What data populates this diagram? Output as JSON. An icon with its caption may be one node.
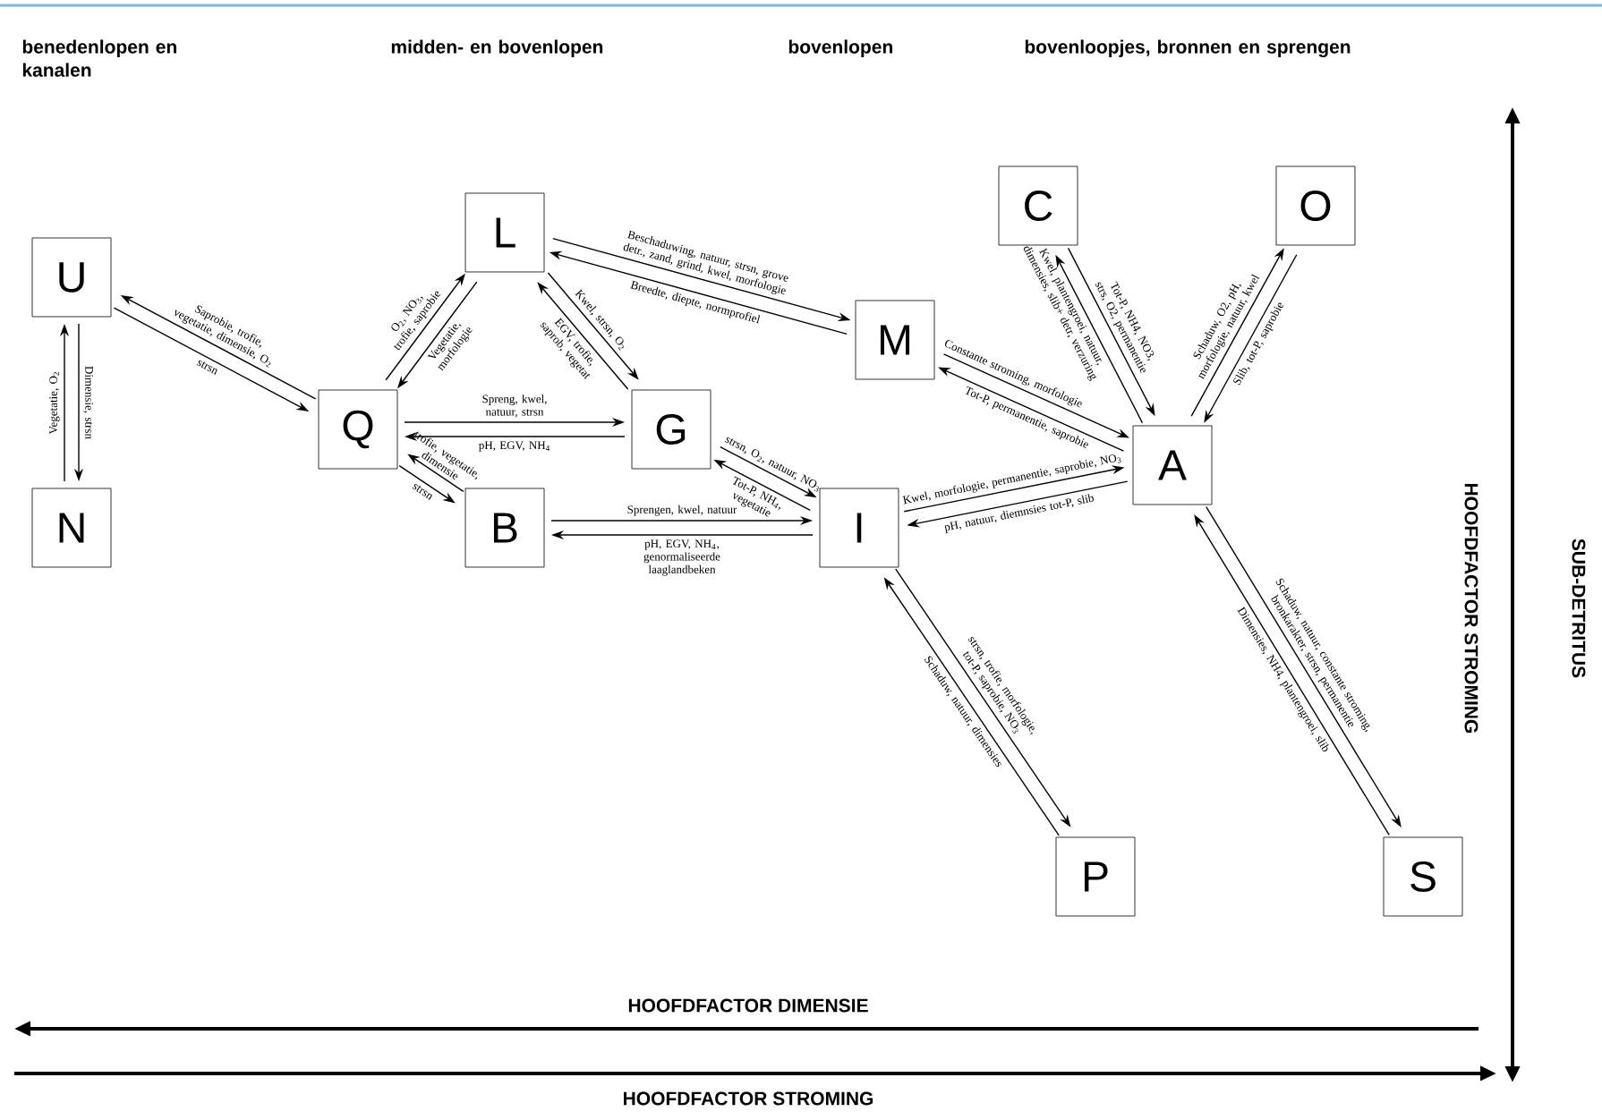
{
  "diagram": {
    "nodes": [
      {
        "text": [
          "U"
        ]
      },
      {
        "text": [
          "N"
        ]
      },
      {
        "text": [
          "L"
        ]
      },
      {
        "text": [
          "Q"
        ]
      },
      {
        "text": [
          "G"
        ]
      },
      {
        "text": [
          "B"
        ]
      },
      {
        "text": [
          "M"
        ]
      },
      {
        "text": [
          "I"
        ]
      },
      {
        "text": [
          "C"
        ]
      },
      {
        "text": [
          "O"
        ]
      },
      {
        "text": [
          "A"
        ]
      },
      {
        "text": [
          "P"
        ]
      },
      {
        "text": [
          "S"
        ]
      }
    ],
    "edges": [
      {
        "from": 0,
        "to": 1,
        "arrow": "to",
        "label": "Dimensie, strsn"
      },
      {
        "from": 1,
        "to": 0,
        "arrow": "to",
        "label": "Vegetatie, O$_{2}$"
      },
      {
        "from": 3,
        "to": 0,
        "arrow": "to",
        "label": "Saprobie, trofie, vegetatie, dimensie, O$_{2}$"
      },
      {
        "from": 0,
        "to": 3,
        "arrow": "to",
        "label": "strsn"
      },
      {
        "from": 3,
        "to": 2,
        "arrow": "to",
        "label": "O$_{2}$, NO$_{3}$, trofie, saprobie"
      },
      {
        "from": 2,
        "to": 3,
        "arrow": "to",
        "label": "Vegetatie, morfologie"
      },
      {
        "from": 3,
        "to": 4,
        "arrow": "to",
        "label": "Spreng, kwel, natuur, strsn"
      },
      {
        "from": 4,
        "to": 3,
        "arrow": "to",
        "label": "pH, EGV, NH$_{4}$"
      },
      {
        "from": 5,
        "to": 3,
        "arrow": "to",
        "label": "trofie, vegetatie, dimensie"
      },
      {
        "from": 3,
        "to": 5,
        "arrow": "to",
        "label": "strsn"
      },
      {
        "from": 2,
        "to": 6,
        "arrow": "to",
        "label": "Beschaduwing, natuur, strsn, grove detr., zand, grind, kwel, morfologie"
      },
      {
        "from": 6,
        "to": 2,
        "arrow": "to",
        "label": "Breedte, diepte, normprofiel"
      },
      {
        "from": 2,
        "to": 4,
        "arrow": "to",
        "label": "Kwel, strsn, O$_{2}$"
      },
      {
        "from": 4,
        "to": 2,
        "arrow": "to",
        "label": "EGV, trofie, saprob, vegetat"
      },
      {
        "from": 5,
        "to": 7,
        "arrow": "to",
        "label": "Sprengen, kwel, natuur"
      },
      {
        "from": 7,
        "to": 5,
        "arrow": "to",
        "label": "pH, EGV, NH$_{4}$, genormaliseerde laaglandbeken"
      },
      {
        "from": 4,
        "to": 7,
        "arrow": "to",
        "label": "strsn, O$_{2}$, natuur, NO$_{3}$"
      },
      {
        "from": 7,
        "to": 4,
        "arrow": "to",
        "label": "Tot-P, NH$_{4}$, vegetatie"
      },
      {
        "from": 6,
        "to": 10,
        "arrow": "to",
        "label": "Constante stroming, morfologie"
      },
      {
        "from": 10,
        "to": 6,
        "arrow": "to",
        "label": "Tot-P, permanentie, saprobie"
      },
      {
        "from": 7,
        "to": 10,
        "arrow": "to",
        "label": "Kwel, morfologie, permanentie, saprobie, NO$_{3}$"
      },
      {
        "from": 10,
        "to": 7,
        "arrow": "to",
        "label": "pH, natuur, diemnsies tot-P, slib"
      },
      {
        "from": 10,
        "to": 8,
        "arrow": "to",
        "label": "Kwel, plantengroei, natuur, dimensies, slib+ detr, verzuring"
      },
      {
        "from": 8,
        "to": 10,
        "arrow": "to",
        "label": "Tot-P, NH4, NO3, strs, O2, permanentie"
      },
      {
        "from": 10,
        "to": 9,
        "arrow": "to",
        "label": "Schaduw, O2, pH, morfologie, natuur, kwel"
      },
      {
        "from": 9,
        "to": 10,
        "arrow": "to",
        "label": "Slib, tot-P, saprobie"
      },
      {
        "from": 7,
        "to": 11,
        "arrow": "to",
        "label": "strsn, trofie, morfologie, tot-P, saprobie, NO$_{3}$"
      },
      {
        "from": 11,
        "to": 7,
        "arrow": "to",
        "label": "Schaduw, natuur, dimensies"
      },
      {
        "from": 10,
        "to": 12,
        "arrow": "to",
        "label": "Schaduw, natuur, constante stroming, bronkarakter, strsn, permanentie"
      },
      {
        "from": 12,
        "to": 10,
        "arrow": "to",
        "label": "Dimensies, NH4, plantengroei, slib"
      }
    ],
    "labels": [
      "benedenlopen en kanalen",
      "midden- en bovenlopen",
      "bovenlopen",
      "bovenloopjes, bronnen en sprengen",
      "HOOFDFACTOR STROMING",
      "SUB-DETRITUS",
      "HOOFDFACTOR DIMENSIE",
      "HOOFDFACTOR STROMING"
    ]
  }
}
